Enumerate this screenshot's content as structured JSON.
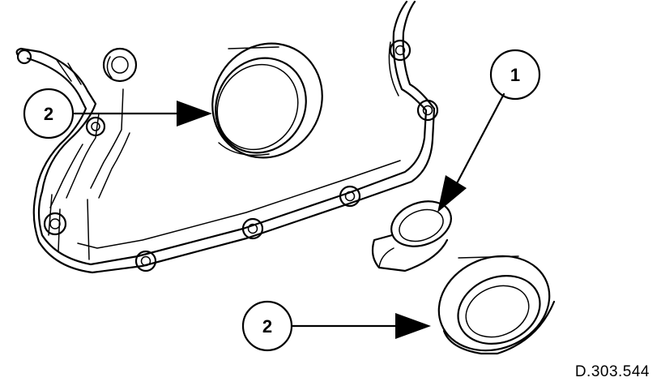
{
  "callouts": {
    "one": "1",
    "two_top": "2",
    "two_bottom": "2"
  },
  "reference": "D.303.544",
  "colors": {
    "ink": "#000000",
    "paper": "#ffffff"
  }
}
